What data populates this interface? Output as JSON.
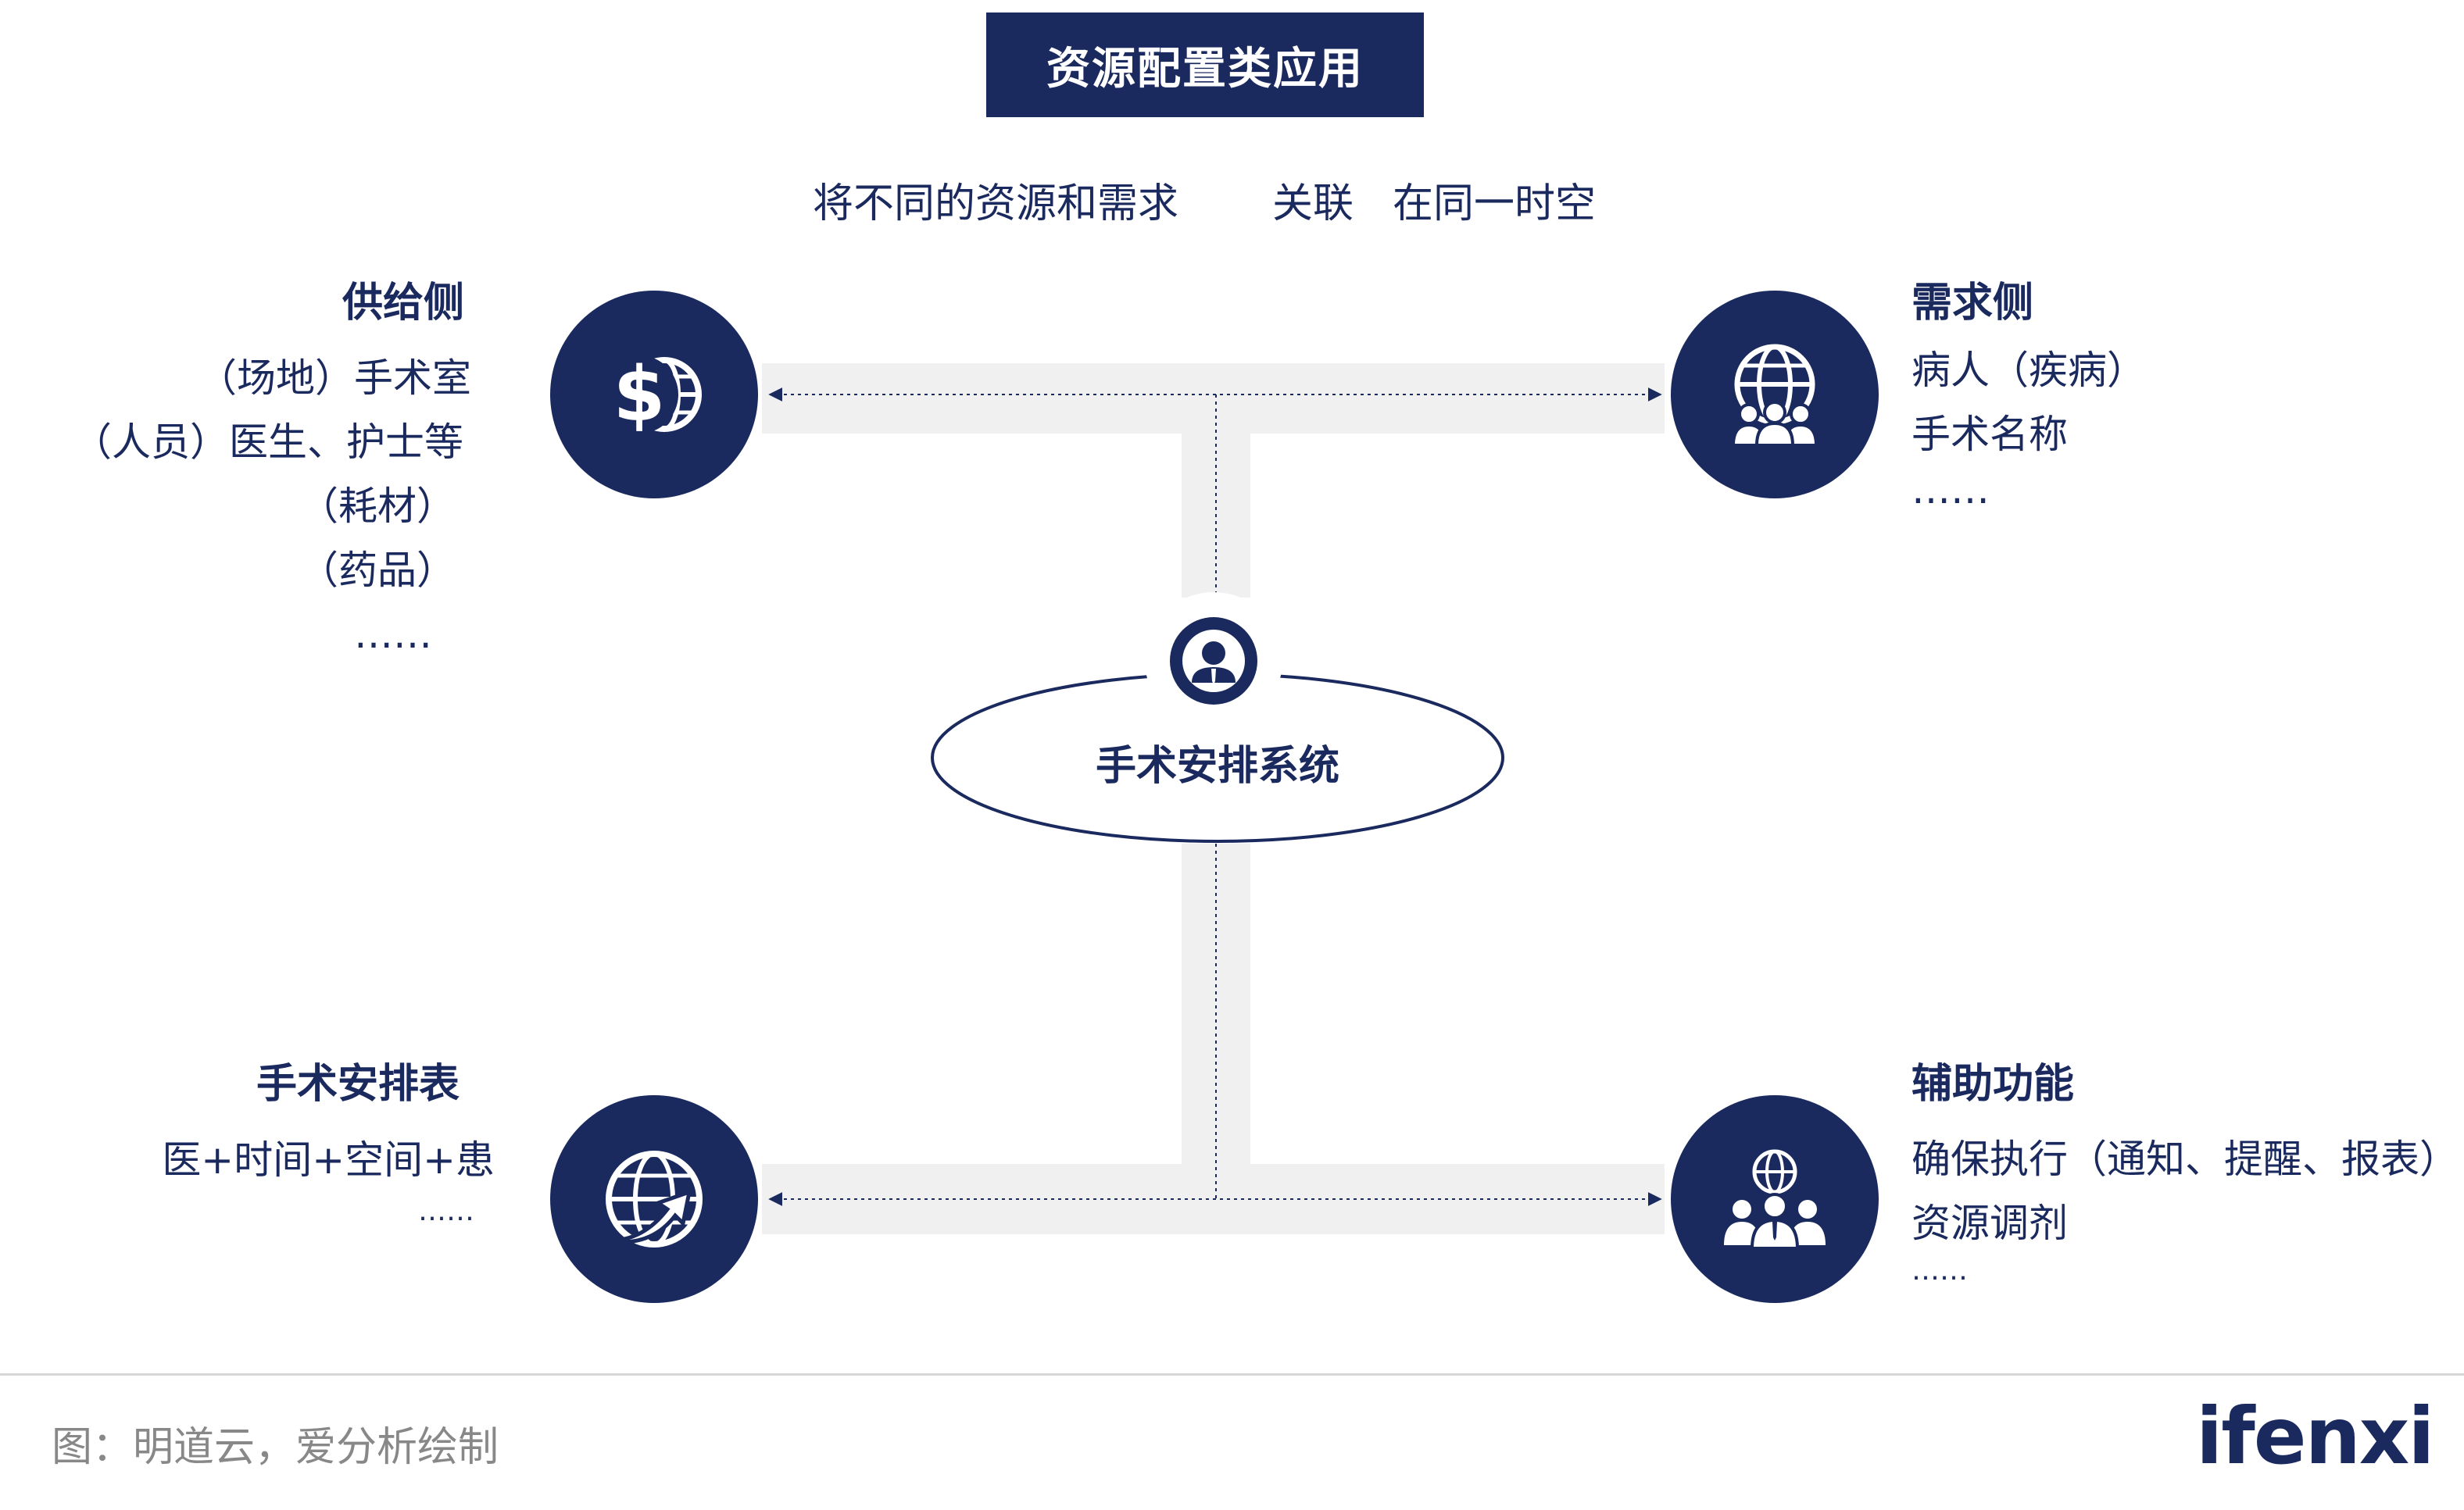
{
  "title": "资源配置类应用",
  "subtitle": {
    "part1": "将不同的资源和需求",
    "part2": "关联",
    "part3": "在同一时空"
  },
  "center": {
    "label": "手术安排系统"
  },
  "supply": {
    "heading": "供给侧",
    "items": [
      "（场地）手术室",
      "（人员）医生、护士等",
      "（耗材）",
      "（药品）",
      "……"
    ]
  },
  "demand": {
    "heading": "需求侧",
    "items": [
      "病人（疾病）",
      "手术名称",
      "……"
    ]
  },
  "schedule": {
    "heading": "手术安排表",
    "items": [
      "医+时间+空间+患",
      "……"
    ]
  },
  "aux": {
    "heading": "辅助功能",
    "items": [
      "确保执行（通知、提醒、报表）",
      "资源调剂",
      "……"
    ]
  },
  "footer": {
    "source": "图：明道云，爱分析绘制",
    "logo": "ifenxi"
  },
  "colors": {
    "navy": "#1b2a5e",
    "track": "#f0f0f0",
    "footer_text": "#888888"
  },
  "icons": [
    "dollar-globe-icon",
    "globe-people-icon",
    "person-icon",
    "globe-arrow-icon",
    "globe-team-icon"
  ]
}
